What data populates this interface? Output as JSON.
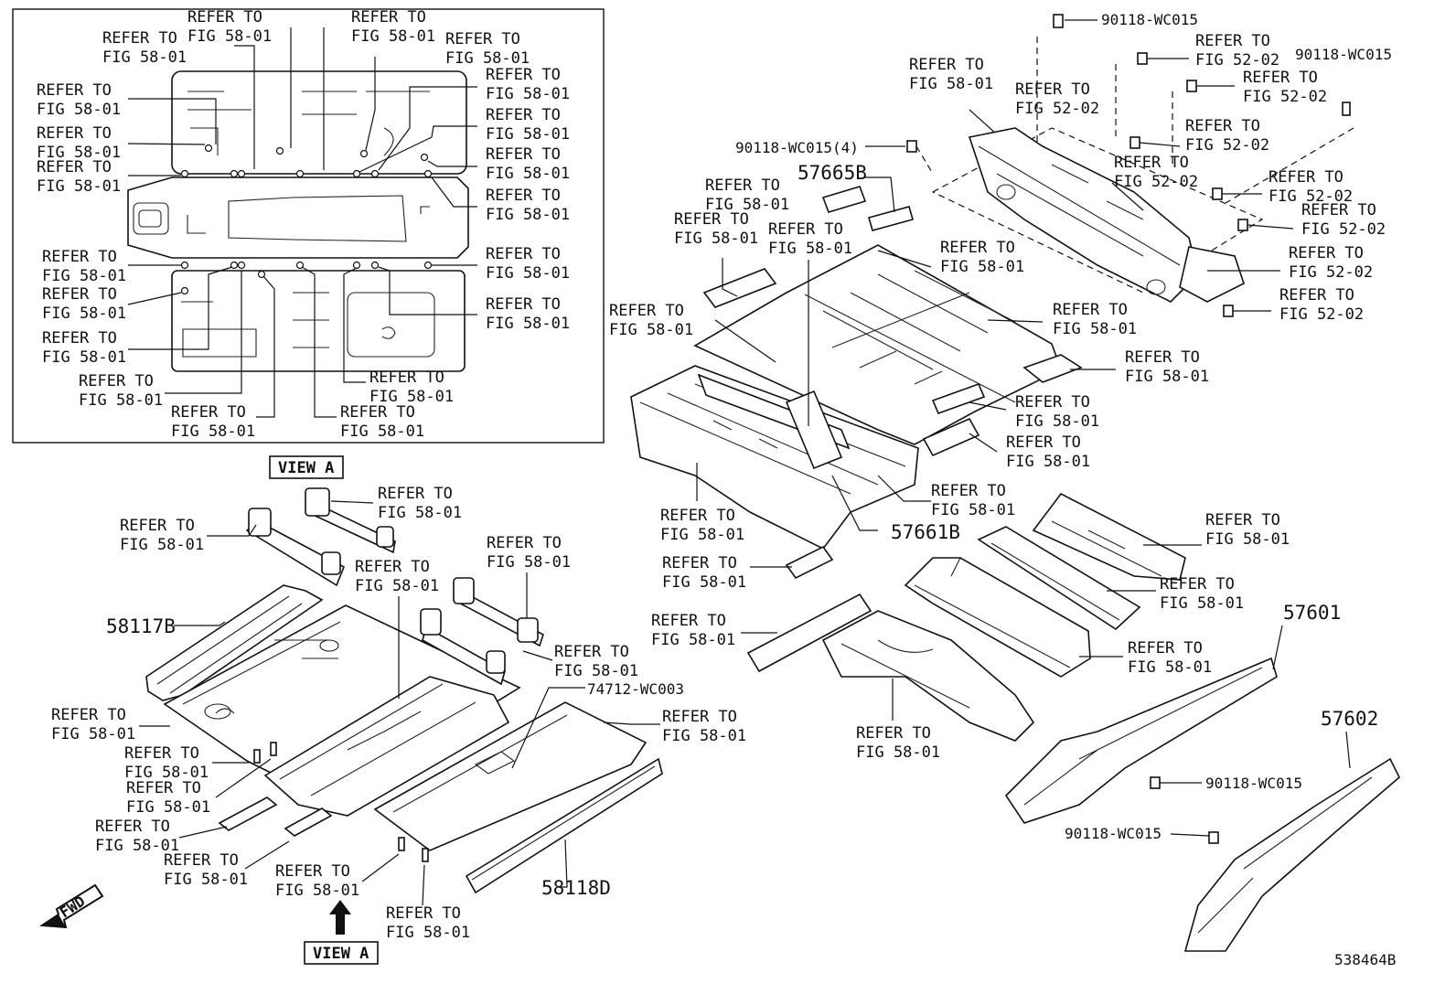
{
  "refer_text": "REFER TO",
  "fig_58": "FIG 58-01",
  "fig_52": "FIG 52-02",
  "view_label": "VIEW A",
  "fwd_label": "FWD",
  "diagram_id": "538464B",
  "parts": {
    "p57665B": "57665B",
    "p57661B": "57661B",
    "p58117B": "58117B",
    "p58118D": "58118D",
    "p57601": "57601",
    "p57602": "57602",
    "p74712": "74712-WC003",
    "bolt": "90118-WC015",
    "bolt4": "90118-WC015(4)"
  }
}
